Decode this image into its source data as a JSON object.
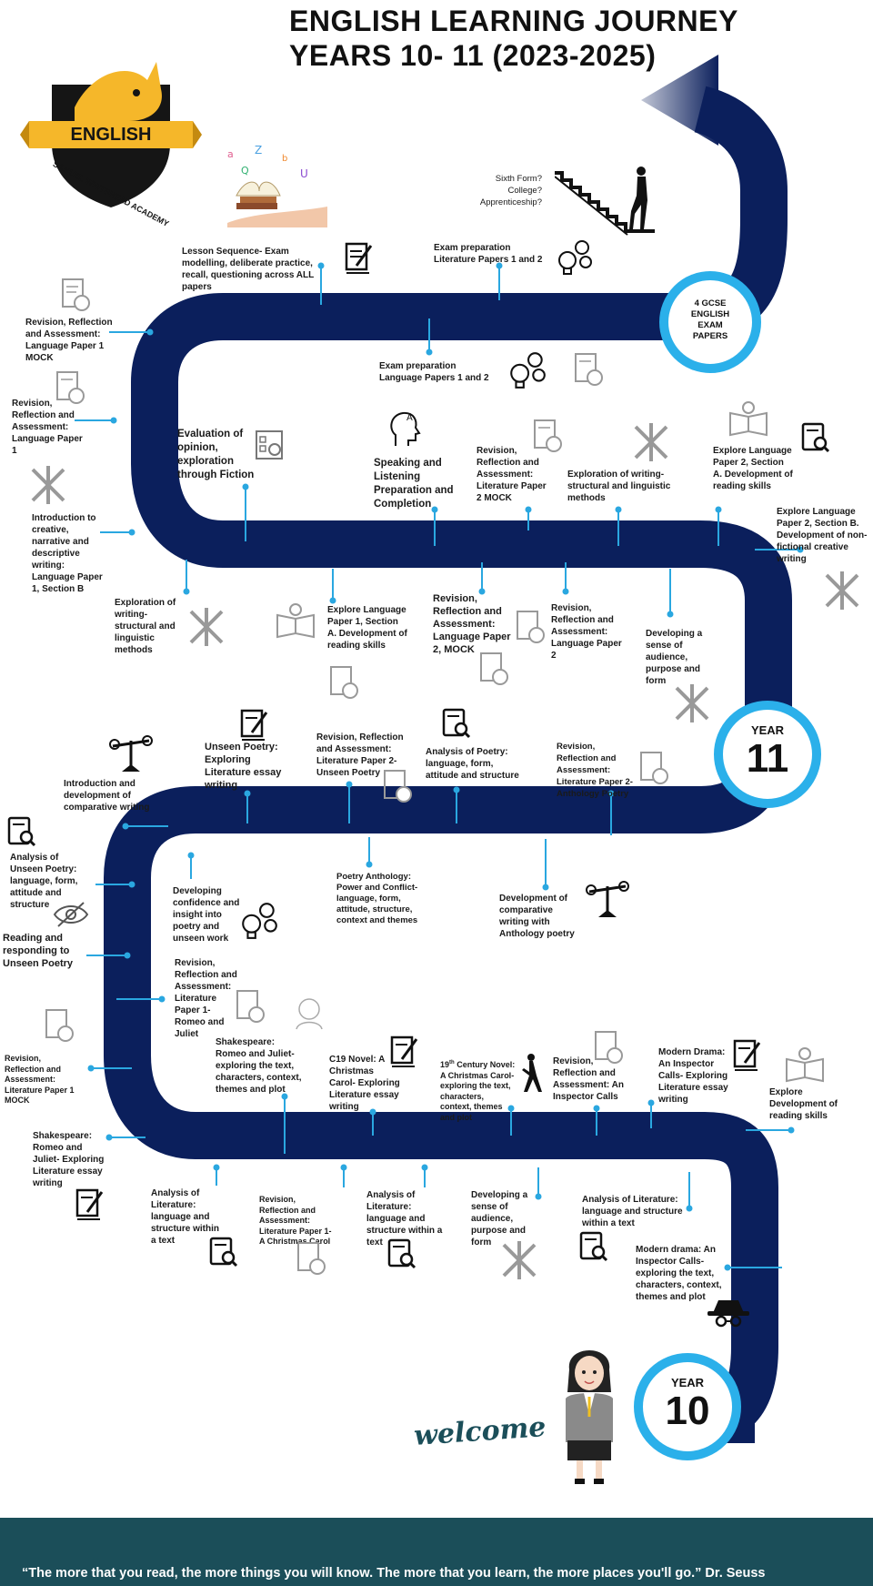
{
  "header": {
    "title_line1": "ENGLISH LEARNING JOURNEY",
    "title_line2": "YEARS 10- 11 (2023-2025)"
  },
  "logo": {
    "banner": "ENGLISH",
    "arc_text": "SAMUEL WHITBREAD ACADEMY"
  },
  "colors": {
    "road": "#0b1f5c",
    "accent": "#2bb0ea",
    "footer": "#1b4e59",
    "logo_gold": "#f5b72a"
  },
  "future": {
    "line1": "Sixth Form?",
    "line2": "College?",
    "line3": "Apprenticeship?"
  },
  "milestones": {
    "gcse": {
      "l1": "4 GCSE",
      "l2": "ENGLISH",
      "l3": "EXAM",
      "l4": "PAPERS"
    },
    "year11": {
      "l1": "YEAR",
      "l2": "11"
    },
    "year10": {
      "l1": "YEAR",
      "l2": "10"
    }
  },
  "steps": {
    "lesson_sequence": "Lesson Sequence- Exam modelling, deliberate practice, recall, questioning across ALL papers",
    "exam_prep_lit": "Exam preparation Literature Papers 1 and 2",
    "rev_lang1_mock_a": "Revision, Reflection and Assessment: Language Paper 1 MOCK",
    "exam_prep_lang": "Exam preparation Language Papers 1 and 2",
    "rev_lang1": "Revision, Reflection and Assessment: Language Paper 1",
    "eval_opinion": "Evaluation of opinion, exploration through Fiction",
    "speaking": "Speaking and Listening Preparation and Completion",
    "rev_lit2_mock": "Revision, Reflection and Assessment: Literature Paper 2 MOCK",
    "explore_writing": "Exploration of writing- structural and linguistic methods",
    "explore_lang2a": "Explore Language Paper 2, Section A. Development of reading skills",
    "intro_creative": "Introduction to creative, narrative and descriptive writing: Language Paper 1, Section B",
    "explore_lang2b": "Explore Language Paper 2, Section B. Development of non-fictional creative writing",
    "explore_writing2": "Exploration of writing- structural and linguistic methods",
    "explore_lang1a": "Explore Language Paper 1, Section A. Development of reading skills",
    "rev_lang2_mock": "Revision, Reflection and Assessment: Language Paper 2, MOCK",
    "rev_lang2": "Revision, Reflection and Assessment: Language Paper 2",
    "audience": "Developing a sense of audience, purpose and form",
    "intro_comparative": "Introduction and development of comparative writing",
    "unseen_essay": "Unseen Poetry: Exploring Literature essay writing",
    "rev_lit2_unseen": "Revision, Reflection and Assessment: Literature Paper 2- Unseen Poetry",
    "analysis_poetry": "Analysis of Poetry: language, form, attitude and structure",
    "rev_lit2_anthology": "Revision, Reflection and Assessment: Literature Paper 2- Anthology Poetry",
    "analysis_unseen": "Analysis of Unseen Poetry: language, form, attitude and structure",
    "confidence": "Developing confidence and insight into poetry and unseen work",
    "anthology": "Poetry Anthology: Power and Conflict- language, form, attitude, structure, context and themes",
    "comparative_anthology": "Development of comparative writing with Anthology poetry",
    "reading_unseen": "Reading and responding to Unseen Poetry",
    "rev_lit1_rj": "Revision, Reflection and Assessment: Literature Paper 1- Romeo and Juliet",
    "rev_lit1_mock": "Revision, Reflection and Assessment: Literature Paper 1 MOCK",
    "shakespeare_context": "Shakespeare: Romeo and Juliet- exploring the text, characters, context, themes and plot",
    "c19_essay": "C19 Novel: A Christmas Carol- Exploring Literature essay writing",
    "c19_sup": "th",
    "c19_pre": "19",
    "c19_rest": " Century Novel: A Christmas Carol- exploring the text, characters, context, themes and plot",
    "rev_inspector": "Revision, Reflection and Assessment: An Inspector Calls",
    "modern_essay": "Modern Drama: An Inspector Calls- Exploring Literature essay writing",
    "explore_reading": "Explore Development of reading skills",
    "shakespeare_essay": "Shakespeare: Romeo and Juliet- Exploring Literature essay writing",
    "analysis_lit1": "Analysis of Literature: language and structure within a text",
    "rev_lit1_acc": "Revision, Reflection and Assessment: Literature Paper 1- A Christmas Carol",
    "analysis_lit2": "Analysis of Literature: language and structure within a text",
    "audience2": "Developing a sense of audience, purpose and form",
    "analysis_lit3": "Analysis of Literature: language and structure within a text",
    "modern_context": "Modern drama: An Inspector Calls- exploring the text, characters, context, themes and plot"
  },
  "welcome": "welcome",
  "footer": {
    "quote": "“The more that you read, the more things you will know. The more that you learn, the more places you'll go.”  Dr. Seuss"
  }
}
